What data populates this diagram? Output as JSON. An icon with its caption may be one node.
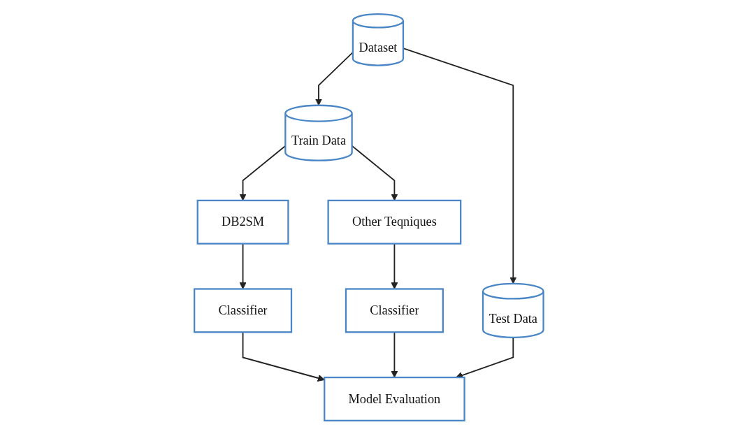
{
  "diagram": {
    "nodes": [
      {
        "text": [
          "Dataset"
        ]
      },
      {
        "text": [
          "Train Data"
        ]
      },
      {
        "text": [
          "Test Data"
        ]
      },
      {
        "text": [
          "DB2SM"
        ]
      },
      {
        "text": [
          "Other Teqniques"
        ]
      },
      {
        "text": [
          "Classifier"
        ]
      },
      {
        "text": [
          "Classifier"
        ]
      },
      {
        "text": [
          "Model Evaluation"
        ]
      }
    ],
    "edges": [
      {
        "from": 0,
        "to": 1,
        "arrow": "to"
      },
      {
        "from": 0,
        "to": 2,
        "arrow": "to"
      },
      {
        "from": 1,
        "to": 3,
        "arrow": "to"
      },
      {
        "from": 1,
        "to": 4,
        "arrow": "to"
      },
      {
        "from": 3,
        "to": 5,
        "arrow": "to"
      },
      {
        "from": 4,
        "to": 6,
        "arrow": "to"
      },
      {
        "from": 5,
        "to": 7,
        "arrow": "to"
      },
      {
        "from": 6,
        "to": 7,
        "arrow": "to"
      },
      {
        "from": 2,
        "to": 7,
        "arrow": "to"
      }
    ]
  }
}
